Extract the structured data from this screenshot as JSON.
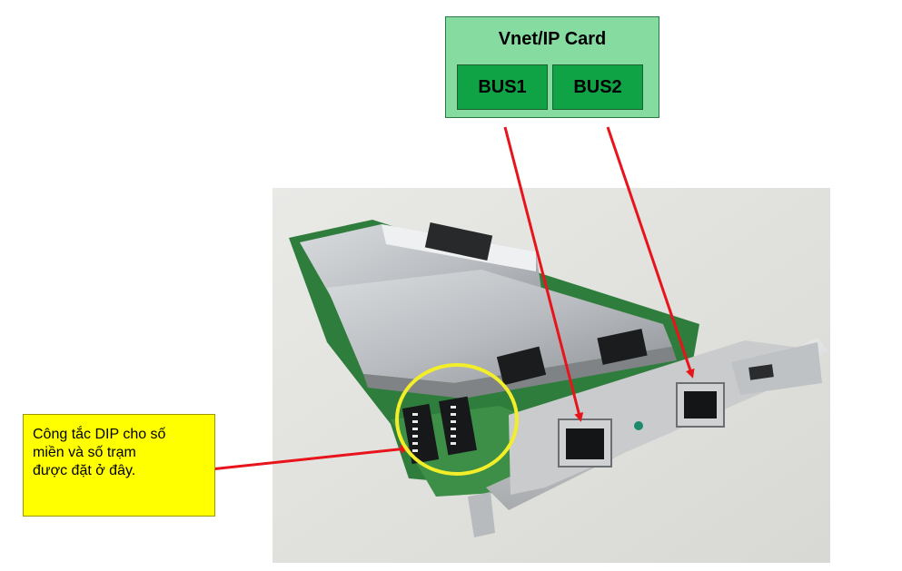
{
  "card": {
    "title": "Vnet/IP Card",
    "bus1_label": "BUS1",
    "bus2_label": "BUS2"
  },
  "note": {
    "lines": [
      "Công tắc DIP cho số",
      "miền và số trạm",
      "được đặt ở đây."
    ]
  },
  "colors": {
    "arrow": "#e8141b",
    "highlight_circle": "#f2ee2a",
    "card_fill": "#86dca0",
    "bus_fill": "#10a345",
    "note_fill": "#ffff00"
  }
}
